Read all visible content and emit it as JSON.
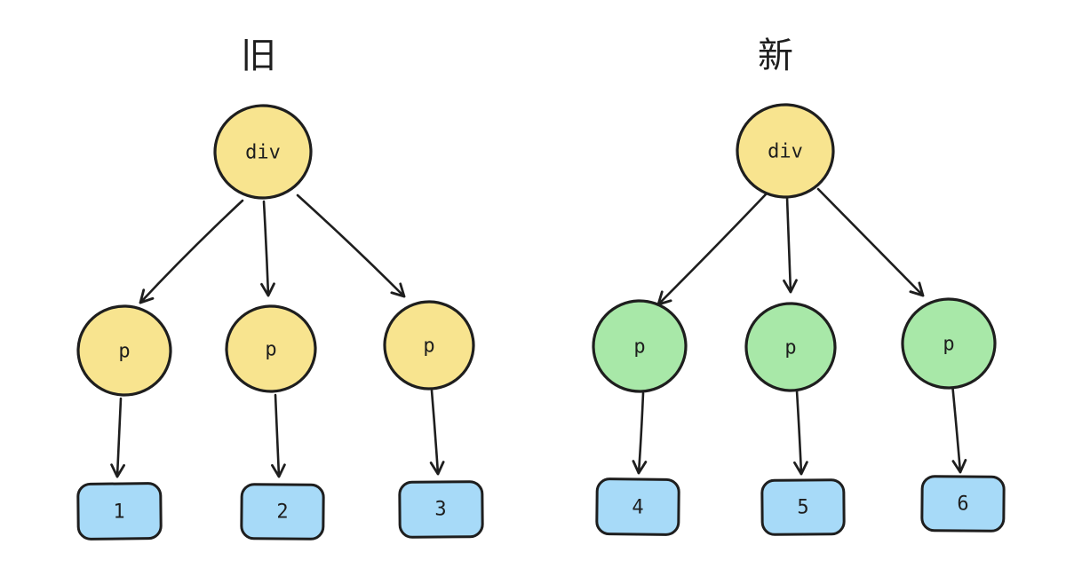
{
  "colors": {
    "background": "#ffffff",
    "stroke": "#1e1e1e",
    "root_fill": "#f8e48f",
    "old_child_fill": "#f8e48f",
    "new_child_fill": "#a8e8a8",
    "leaf_fill": "#a7daf8"
  },
  "trees": [
    {
      "id": "old",
      "title": "旧",
      "root_label": "div",
      "child_labels": [
        "p",
        "p",
        "p"
      ],
      "leaf_labels": [
        "1",
        "2",
        "3"
      ]
    },
    {
      "id": "new",
      "title": "新",
      "root_label": "div",
      "child_labels": [
        "p",
        "p",
        "p"
      ],
      "leaf_labels": [
        "4",
        "5",
        "6"
      ]
    }
  ]
}
